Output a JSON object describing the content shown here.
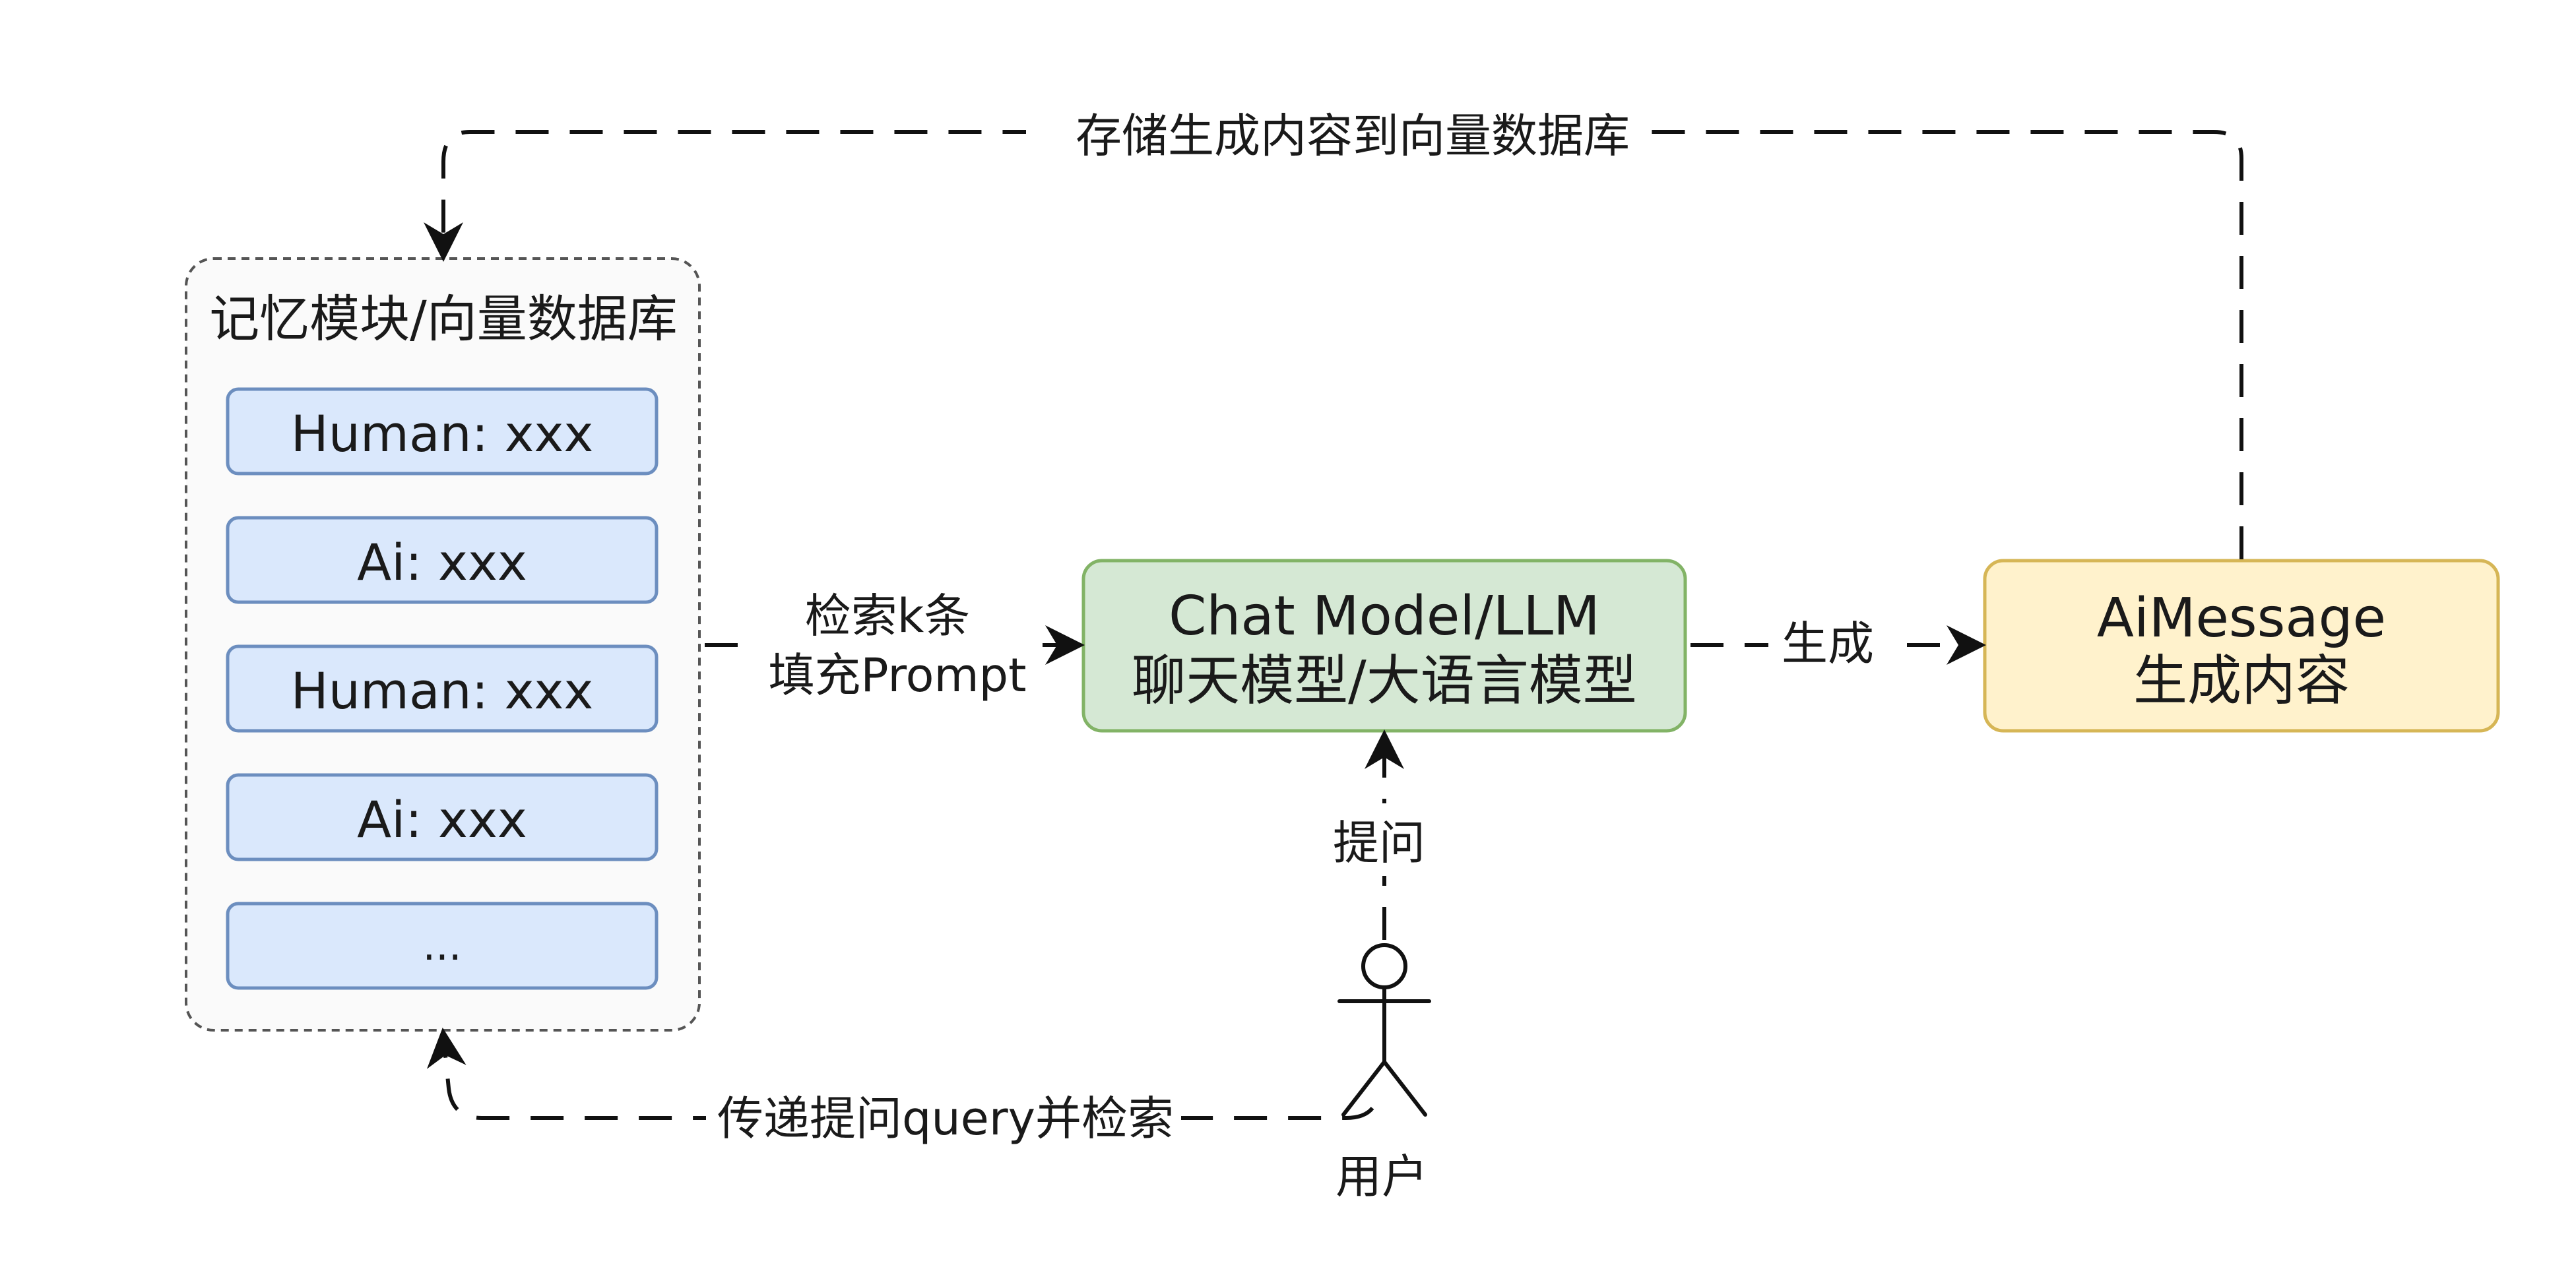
{
  "memory_module": {
    "title": "记忆模块/向量数据库",
    "items": [
      {
        "label": "Human: xxx"
      },
      {
        "label": "Ai: xxx"
      },
      {
        "label": "Human: xxx"
      },
      {
        "label": "Ai: xxx"
      },
      {
        "label": "..."
      }
    ]
  },
  "chat_model": {
    "line1": "Chat Model/LLM",
    "line2": "聊天模型/大语言模型"
  },
  "ai_message": {
    "line1": "AiMessage",
    "line2": "生成内容"
  },
  "user": {
    "label": "用户",
    "icon": "person-icon"
  },
  "edges": {
    "store": "存储生成内容到向量数据库",
    "retrieve_line1": "检索k条",
    "retrieve_line2": "填充Prompt",
    "generate": "生成",
    "ask": "提问",
    "query": "传递提问query并检索"
  },
  "colors": {
    "memory_item_fill": "#dae8fc",
    "memory_item_stroke": "#6c8ebf",
    "chat_fill": "#d5e8d4",
    "chat_stroke": "#82b366",
    "message_fill": "#fff2cc",
    "message_stroke": "#d6b656"
  }
}
